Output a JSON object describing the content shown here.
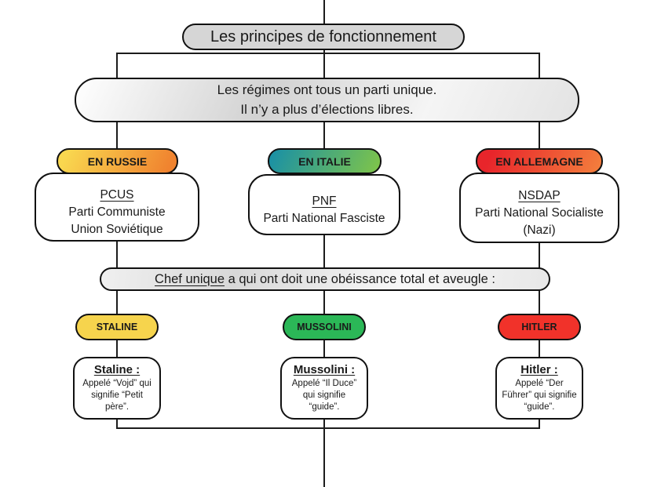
{
  "title": "Les principes de fonctionnement",
  "principle_box": {
    "line1": "Les régimes ont tous un parti unique.",
    "line2": "Il n’y a plus d’élections libres."
  },
  "chef_bar": {
    "underlined": "Chef unique",
    "rest": " a qui ont doit une obéissance total et aveugle :"
  },
  "columns": [
    {
      "country_label": "EN RUSSIE",
      "party": {
        "abbr": "PCUS",
        "lines": [
          "Parti Communiste",
          "Union Soviétique"
        ]
      },
      "leader_label": "STALINE",
      "leader": {
        "title": "Staline :",
        "lines": [
          "Appelé “Vojd” qui",
          "signifie “Petit",
          "père”."
        ]
      }
    },
    {
      "country_label": "EN ITALIE",
      "party": {
        "abbr": "PNF",
        "lines": [
          "Parti National Fasciste",
          ""
        ]
      },
      "leader_label": "MUSSOLINI",
      "leader": {
        "title": "Mussolini :",
        "lines": [
          "Appelé “Il Duce”",
          "qui signifie",
          "“guide”."
        ]
      }
    },
    {
      "country_label": "EN ALLEMAGNE",
      "party": {
        "abbr": "NSDAP",
        "lines": [
          "Parti National Socialiste",
          "(Nazi)"
        ]
      },
      "leader_label": "HITLER",
      "leader": {
        "title": "Hitler :",
        "lines": [
          "Appelé “Der",
          "Führer” qui signifie",
          "“guide”."
        ]
      }
    }
  ],
  "colors": {
    "line": "#1c1c1c",
    "title_pill_bg": "#d6d6d6",
    "russie_gradient": [
      "#f9d74f",
      "#f0832f"
    ],
    "italie_gradient": [
      "#1b91a4",
      "#7cc34c"
    ],
    "allemagne_gradient": [
      "#e8252b",
      "#f37b3c"
    ],
    "staline_pill": "#f6d44d",
    "mussolini_pill": "#2bb757",
    "hitler_pill": "#f1322a"
  }
}
